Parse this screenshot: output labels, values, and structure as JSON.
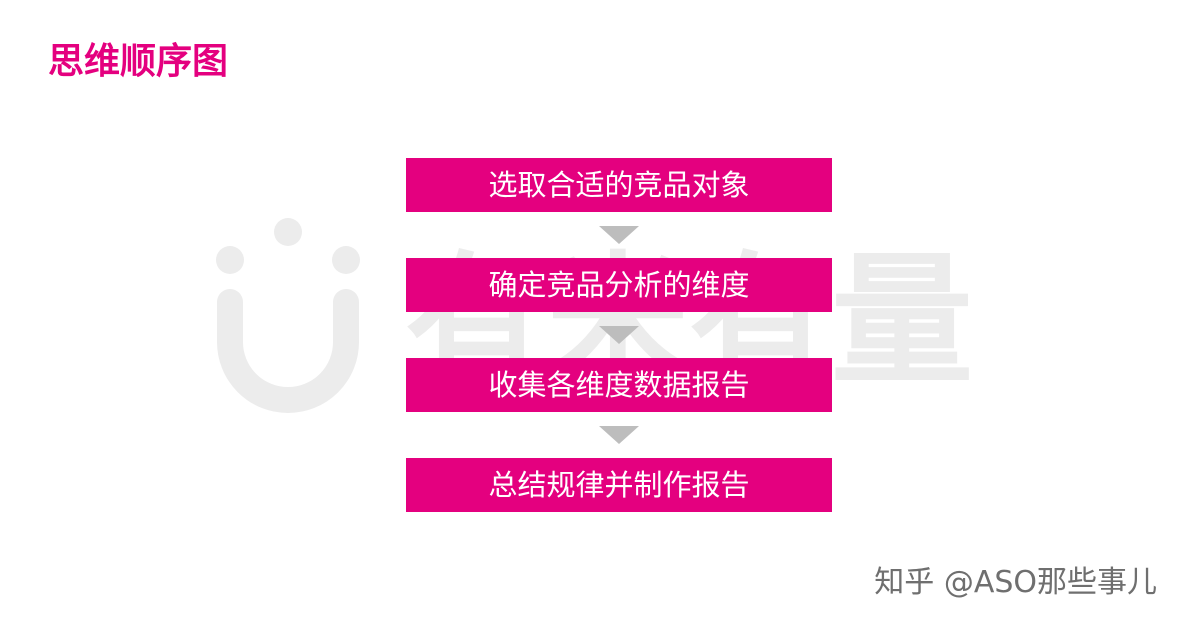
{
  "page": {
    "title": "思维顺序图"
  },
  "watermark": {
    "text": "有米有量",
    "icon": "smiley-logo-icon",
    "color": "#ececec"
  },
  "flow": {
    "steps": [
      "选取合适的竞品对象",
      "确定竞品分析的维度",
      "收集各维度数据报告",
      "总结规律并制作报告"
    ],
    "arrow_icon": "triangle-down-icon",
    "box_color": "#e4007f",
    "arrow_color": "#bdbdbd"
  },
  "credit": {
    "text": "知乎 @ASO那些事儿"
  },
  "colors": {
    "accent": "#e4007f",
    "text_on_accent": "#ffffff"
  }
}
